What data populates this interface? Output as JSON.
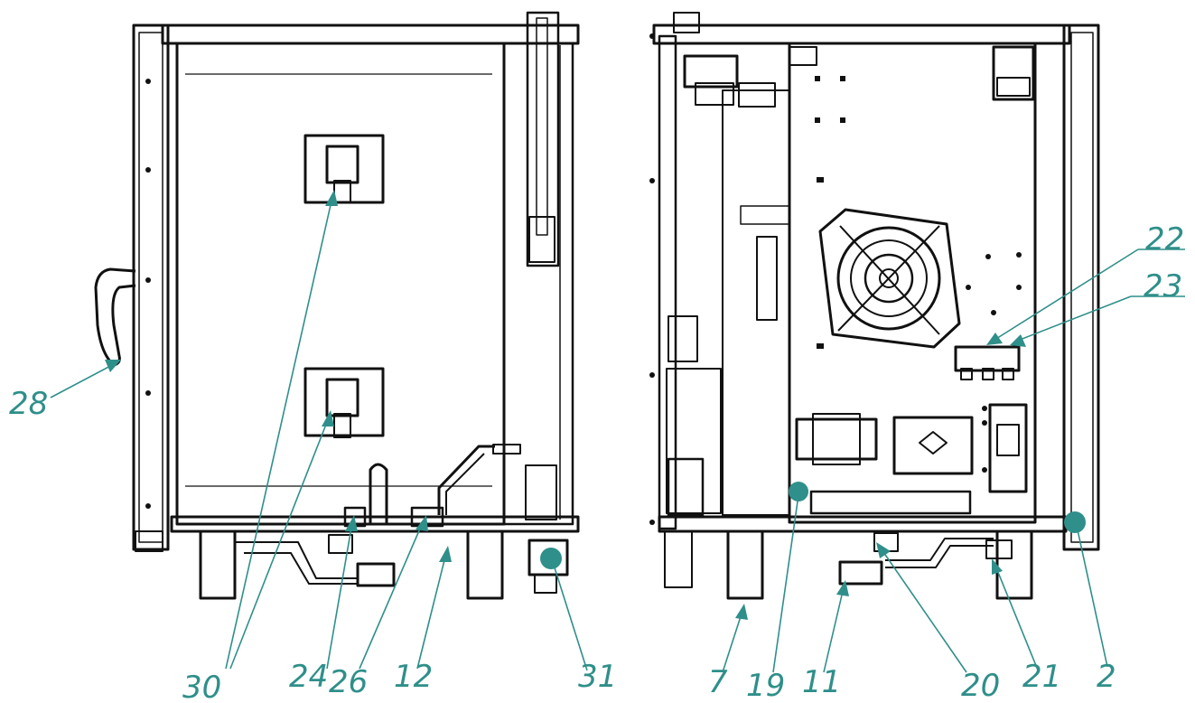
{
  "diagram": {
    "labels": [
      {
        "id": "callout-28",
        "text": "28"
      },
      {
        "id": "callout-30",
        "text": "30"
      },
      {
        "id": "callout-24",
        "text": "24"
      },
      {
        "id": "callout-26",
        "text": "26"
      },
      {
        "id": "callout-12",
        "text": "12"
      },
      {
        "id": "callout-31",
        "text": "31"
      },
      {
        "id": "callout-7",
        "text": "7"
      },
      {
        "id": "callout-19",
        "text": "19"
      },
      {
        "id": "callout-11",
        "text": "11"
      },
      {
        "id": "callout-20",
        "text": "20"
      },
      {
        "id": "callout-21",
        "text": "21"
      },
      {
        "id": "callout-2",
        "text": "2"
      },
      {
        "id": "callout-22",
        "text": "22"
      },
      {
        "id": "callout-23",
        "text": "23"
      }
    ],
    "colors": {
      "callout": "#2f8f8a",
      "line": "#111111"
    }
  }
}
